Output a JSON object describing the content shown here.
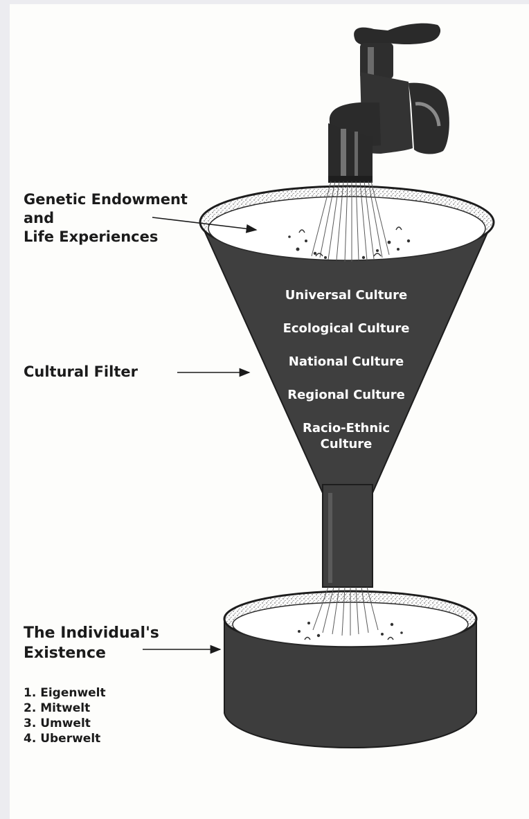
{
  "labels": {
    "genetic": [
      "Genetic Endowment",
      "and",
      "Life Experiences"
    ],
    "filter": "Cultural Filter",
    "individual": [
      "The Individual's",
      "Existence"
    ]
  },
  "worlds": [
    "1. Eigenwelt",
    "2. Mitwelt",
    "3. Umwelt",
    "4. Uberwelt"
  ],
  "culture_layers": [
    "Universal Culture",
    "Ecological Culture",
    "National Culture",
    "Regional Culture",
    [
      "Racio-Ethnic",
      "Culture"
    ]
  ],
  "colors": {
    "ink": "#1b1b1b",
    "funnel": "#3f3f3f",
    "water": "#ffffff",
    "paper": "#fdfdfb",
    "frame": "#ececf0"
  }
}
